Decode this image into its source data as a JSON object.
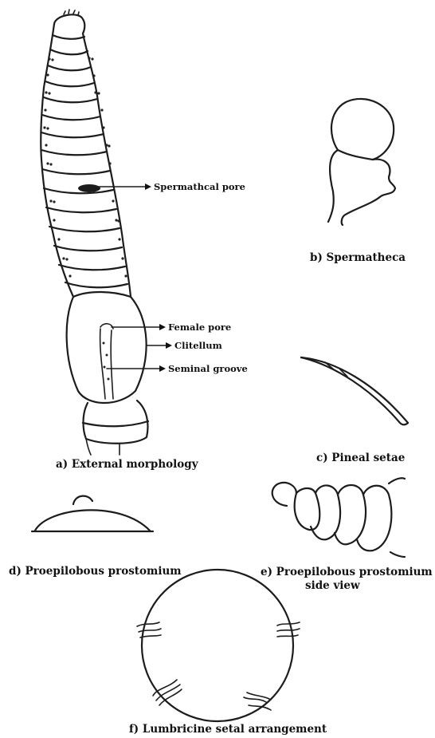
{
  "labels": {
    "spermathecal_pore": "Spermathcal pore",
    "female_pore": "Female pore",
    "clitellum": "Clitellum",
    "seminal_groove": "Seminal groove"
  },
  "captions": {
    "a": "a) External morphology",
    "b": "b) Spermatheca",
    "c": "c) Pineal setae",
    "d": "d) Proepilobous prostomium",
    "e_line1": "e) Proepilobous prostomium",
    "e_line2": "side view",
    "f": "f) Lumbricine setal arrangement"
  }
}
